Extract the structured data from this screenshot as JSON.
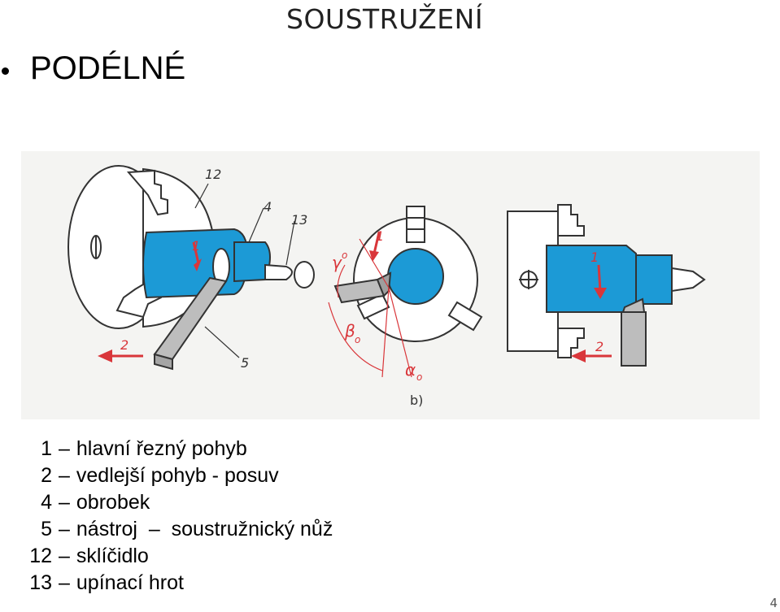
{
  "slide": {
    "title": "SOUSTRUŽENÍ",
    "bullet": "PODÉLNÉ",
    "page_number": "4"
  },
  "figure": {
    "labels": {
      "l12": "12",
      "l4": "4",
      "l13": "13",
      "l1a": "1",
      "l2a": "2",
      "l5": "5",
      "l1b": "1",
      "gamma": "γ",
      "gamma_sub": "o",
      "beta": "β",
      "beta_sub": "o",
      "alpha": "α",
      "alpha_sub": "o",
      "b": "b)",
      "l1c": "1",
      "l2c": "2"
    },
    "colors": {
      "workpiece": "#1c9ad6",
      "arrow": "#d9363a",
      "tool": "#bdbdbd",
      "paper": "#f4f4f2"
    }
  },
  "legend": [
    {
      "num": "1",
      "sep": "–",
      "text": "hlavní řezný pohyb"
    },
    {
      "num": "2",
      "sep": "–",
      "text": "vedlejší pohyb - posuv"
    },
    {
      "num": "4",
      "sep": "–",
      "text": "obrobek"
    },
    {
      "num": "5",
      "sep": "–",
      "text": "nástroj  –  soustružnický nůž"
    },
    {
      "num": "12",
      "sep": "–",
      "text": "sklíčidlo"
    },
    {
      "num": "13",
      "sep": "–",
      "text": "upínací hrot"
    }
  ]
}
